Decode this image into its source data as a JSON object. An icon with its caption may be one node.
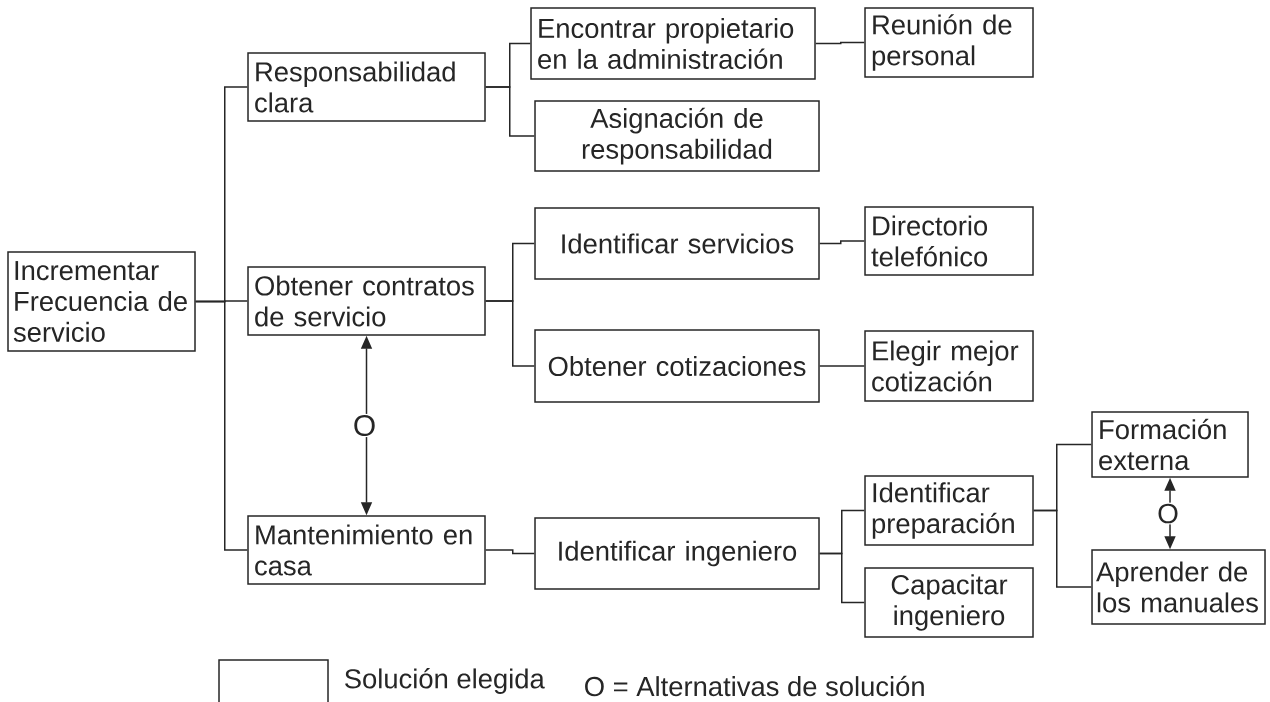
{
  "diagram": {
    "nodes": [
      {
        "text": [
          "Incrementar Frecuencia de servicio"
        ]
      },
      {
        "text": [
          "Responsabilidad clara"
        ]
      },
      {
        "text": [
          "Obtener contratos de servicio"
        ]
      },
      {
        "text": [
          "Mantenimiento en casa"
        ]
      },
      {
        "text": [
          "Encontrar propietario en la administración"
        ]
      },
      {
        "text": [
          "Asignación de responsabilidad"
        ]
      },
      {
        "text": [
          "Reunión de personal"
        ]
      },
      {
        "text": [
          "Identificar servicios"
        ]
      },
      {
        "text": [
          "Directorio telefónico"
        ]
      },
      {
        "text": [
          "Obtener cotizaciones"
        ]
      },
      {
        "text": [
          "Elegir mejor cotización"
        ]
      },
      {
        "text": [
          "Identificar ingeniero"
        ]
      },
      {
        "text": [
          "Identificar preparación"
        ]
      },
      {
        "text": [
          "Capacitar ingeniero"
        ]
      },
      {
        "text": [
          "Formación externa"
        ]
      },
      {
        "text": [
          "Aprender de los manuales"
        ]
      }
    ],
    "edges": [
      {
        "from": 0,
        "to": 1,
        "arrow": "none"
      },
      {
        "from": 0,
        "to": 2,
        "arrow": "none"
      },
      {
        "from": 0,
        "to": 3,
        "arrow": "none"
      },
      {
        "from": 1,
        "to": 4,
        "arrow": "none"
      },
      {
        "from": 1,
        "to": 5,
        "arrow": "none"
      },
      {
        "from": 4,
        "to": 6,
        "arrow": "none"
      },
      {
        "from": 2,
        "to": 7,
        "arrow": "none"
      },
      {
        "from": 2,
        "to": 9,
        "arrow": "none"
      },
      {
        "from": 7,
        "to": 8,
        "arrow": "none"
      },
      {
        "from": 9,
        "to": 10,
        "arrow": "none"
      },
      {
        "from": 3,
        "to": 11,
        "arrow": "none"
      },
      {
        "from": 11,
        "to": 12,
        "arrow": "none"
      },
      {
        "from": 11,
        "to": 13,
        "arrow": "none"
      },
      {
        "from": 12,
        "to": 14,
        "arrow": "none"
      },
      {
        "from": 12,
        "to": 15,
        "arrow": "none"
      },
      {
        "from": 2,
        "to": 3,
        "arrow": "both",
        "label": "O"
      },
      {
        "from": 14,
        "to": 15,
        "arrow": "both",
        "label": "O"
      }
    ],
    "labels": [
      "O = Alternativas de solución"
    ],
    "legend": [
      {
        "text": "Solución elegida"
      }
    ]
  }
}
